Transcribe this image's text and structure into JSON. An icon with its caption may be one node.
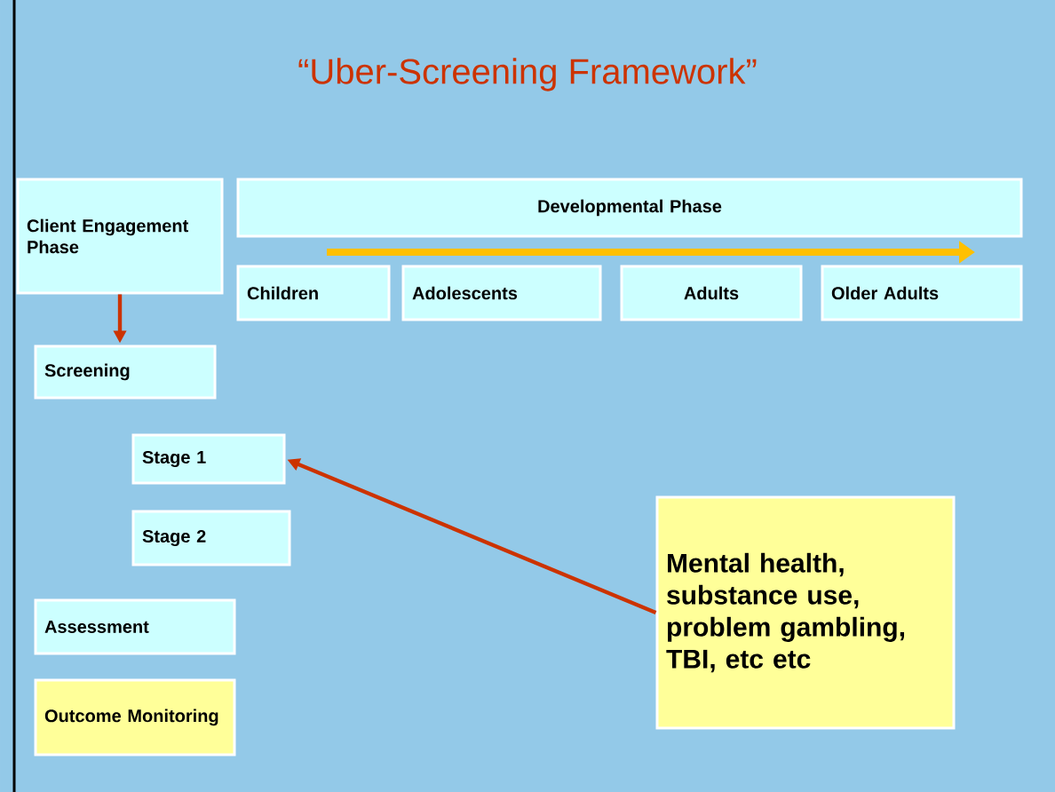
{
  "diagram": {
    "title": "“Uber-Screening Framework”",
    "nodes": [
      {
        "text": [
          "Client Engagement Phase"
        ]
      },
      {
        "text": [
          "Developmental Phase"
        ]
      },
      {
        "text": [
          "Children"
        ]
      },
      {
        "text": [
          "Adolescents"
        ]
      },
      {
        "text": [
          "Adults"
        ]
      },
      {
        "text": [
          "Older Adults"
        ]
      },
      {
        "text": [
          "Screening"
        ]
      },
      {
        "text": [
          "Stage 1"
        ]
      },
      {
        "text": [
          "Stage 2"
        ]
      },
      {
        "text": [
          "Assessment"
        ]
      },
      {
        "text": [
          "Outcome Monitoring"
        ]
      },
      {
        "text": [
          "Mental health, substance use, problem gambling, TBI, etc etc"
        ]
      }
    ],
    "edges": [
      {
        "from": 0,
        "to": 6,
        "arrow": "to"
      },
      {
        "from": 11,
        "to": 7,
        "arrow": "to"
      }
    ]
  }
}
